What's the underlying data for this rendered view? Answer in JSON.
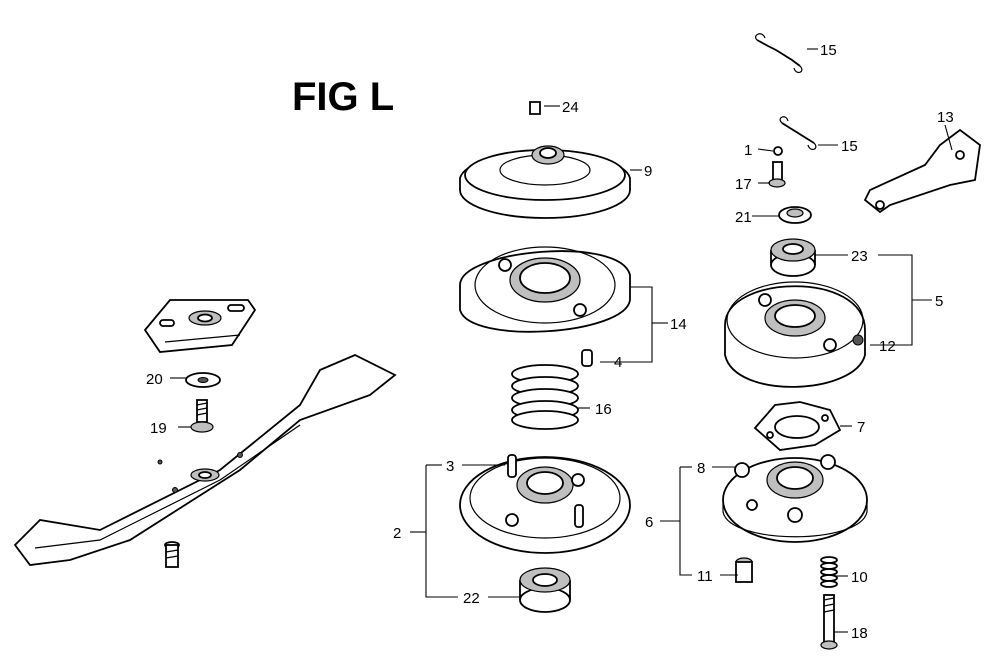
{
  "figure": {
    "title": "FIG L"
  },
  "callouts": {
    "c1": "1",
    "c2": "2",
    "c3": "3",
    "c4": "4",
    "c5": "5",
    "c6": "6",
    "c7": "7",
    "c8": "8",
    "c9": "9",
    "c10": "10",
    "c11": "11",
    "c12": "12",
    "c13": "13",
    "c14": "14",
    "c15a": "15",
    "c15b": "15",
    "c16": "16",
    "c17": "17",
    "c18": "18",
    "c19": "19",
    "c20": "20",
    "c21": "21",
    "c22": "22",
    "c23": "23",
    "c24": "24"
  }
}
